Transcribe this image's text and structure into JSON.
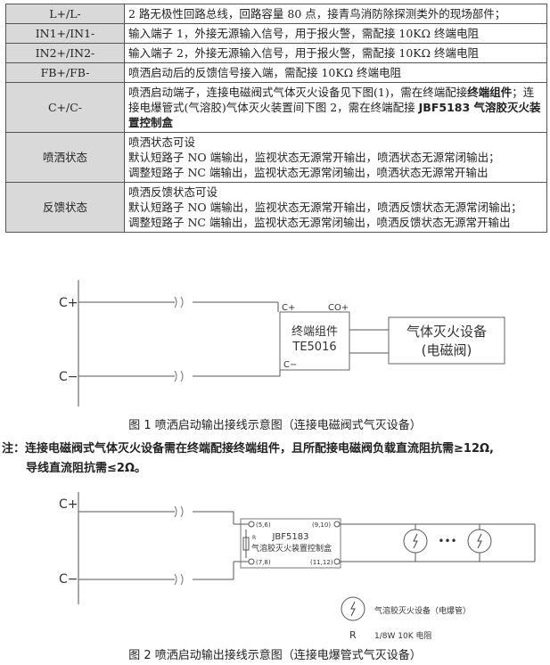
{
  "table": {
    "rows": [
      {
        "key": "L+/L-",
        "value": "2 路无极性回路总线，回路容量 80 点，接青鸟消防除探测类外的现场部件；"
      },
      {
        "key": "IN1+/IN1-",
        "value": "输入端子 1，外接无源输入信号，用于报火警，需配接 10KΩ 终端电阻"
      },
      {
        "key": "IN2+/IN2-",
        "value": "输入端子 2，外接无源输入信号，用于报火警，需配接 10KΩ 终端电阻"
      },
      {
        "key": "FB+/FB-",
        "value": "喷洒启动后的反馈信号接入端，需配接 10KΩ 终端电阻"
      },
      {
        "key": "C+/C-",
        "value_a": "喷洒启动端子，连接电磁阀式气体灭火设备见下图(1)，需在终端配接",
        "value_b": "终端组件",
        "value_c": "；连接电爆管式(气溶胶)气体灭火装置间下图 2，需在终端配接 ",
        "value_d": "JBF5183 气溶胶灭火装置控制盒"
      },
      {
        "key": "喷洒状态",
        "lines": [
          "喷洒状态可设",
          "默认短路子 NO 端输出，监视状态无源常开输出，喷洒状态无源常闭输出；",
          "调整短路子 NC 端输出，监视状态无源常闭输出，喷洒状态无源常开输出"
        ]
      },
      {
        "key": "反馈状态",
        "lines": [
          "喷洒反馈状态可设",
          "默认短路子 NO 端输出，监视状态无源常开输出，喷洒反馈状态无源常闭输出；",
          "调整短路子 NC 端输出，监视状态无源常闭输出，喷洒反馈状态无源常开输出"
        ]
      }
    ]
  },
  "fig1": {
    "c_plus": "C+",
    "c_minus": "C−",
    "comp_cplus": "C+",
    "comp_co": "CO+",
    "comp_cminus": "C−",
    "comp_name1": "终端组件",
    "comp_name2": "TE5016",
    "device1": "气体灭火设备",
    "device2": "(电磁阀)",
    "caption": "图 1 喷洒启动输出接线示意图（连接电磁阀式气灭设备）"
  },
  "note": {
    "line1": "注：连接电磁阀式气体灭火设备需在终端配接终端组件，且所配接电磁阀负载直流阻抗需≥12Ω,",
    "line2": "导线直流阻抗需≤2Ω。"
  },
  "fig2": {
    "c_plus": "C+",
    "c_minus": "C−",
    "box1": "JBF5183",
    "box2": "气溶胶灭火装置控制盒",
    "t56": "(5,6)",
    "t78": "(7,8)",
    "t910": "(9,10)",
    "t1112": "(11,12)",
    "r_small": "R",
    "dots": "•••",
    "legend_device": "气溶胶灭火设备（电爆管）",
    "legend_r": "R",
    "legend_r_desc": "1/8W  10K 电阻",
    "caption": "图 2 喷洒启动输出接线示意图（连接电爆管式气灭设备）"
  }
}
